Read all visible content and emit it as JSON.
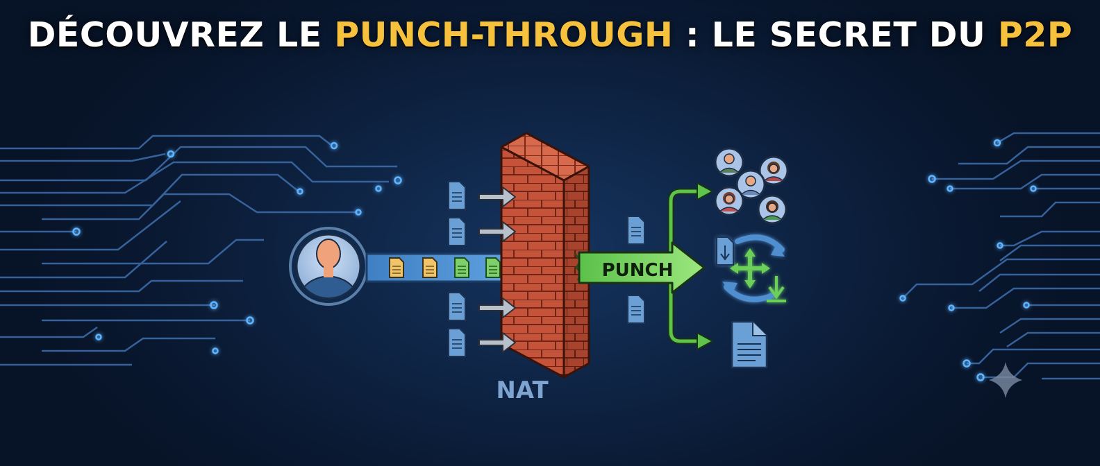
{
  "title": {
    "part1": "DÉCOUVREZ LE ",
    "part2": "PUNCH-THROUGH",
    "part3": " : LE SECRET DU ",
    "part4": "P2P"
  },
  "diagram": {
    "nat_label": "NAT",
    "punch_label": "PUNCH"
  },
  "colors": {
    "background": "#0a1a33",
    "title_white": "#ffffff",
    "title_highlight": "#f6c23e",
    "circuit": "#3f6fae",
    "circuit_node": "#5fb4ff",
    "brick": "#c4533a",
    "tunnel_blue": "#4f93d6",
    "punch_green": "#6ccf5a",
    "nat_label": "#7fa4cf"
  },
  "icons": [
    "user-avatar-icon",
    "file-icon",
    "brick-wall-icon",
    "peer-avatar-icon",
    "sync-arrows-icon",
    "document-icon",
    "sparkle-icon"
  ]
}
